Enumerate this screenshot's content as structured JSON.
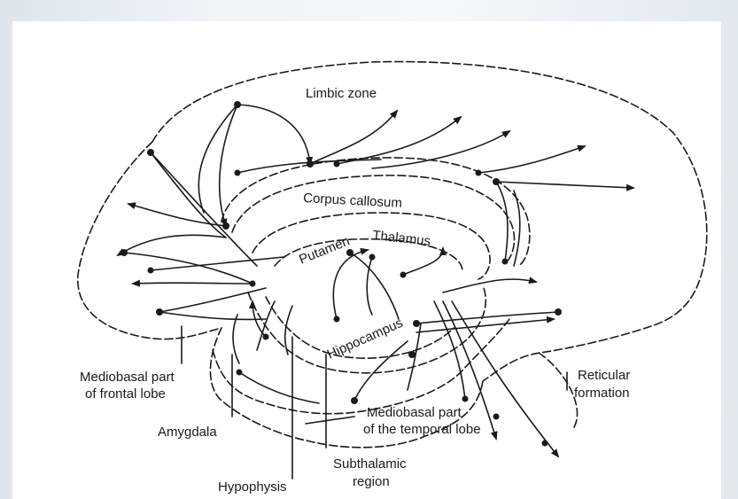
{
  "labels": {
    "limbic_zone": "Limbic zone",
    "corpus_callosum": "Corpus callosum",
    "putamen": "Putamen",
    "thalamus": "Thalamus",
    "hippocampus": "Hippocampus",
    "mediobasal_frontal_1": "Mediobasal part",
    "mediobasal_frontal_2": "of frontal lobe",
    "amygdala": "Amygdala",
    "hypophysis": "Hypophysis",
    "subthalamic_1": "Subthalamic",
    "subthalamic_2": "region",
    "mediobasal_temporal_1": "Mediobasal part",
    "mediobasal_temporal_2": "of the temporal lobe",
    "reticular_1": "Reticular",
    "reticular_2": "formation"
  }
}
